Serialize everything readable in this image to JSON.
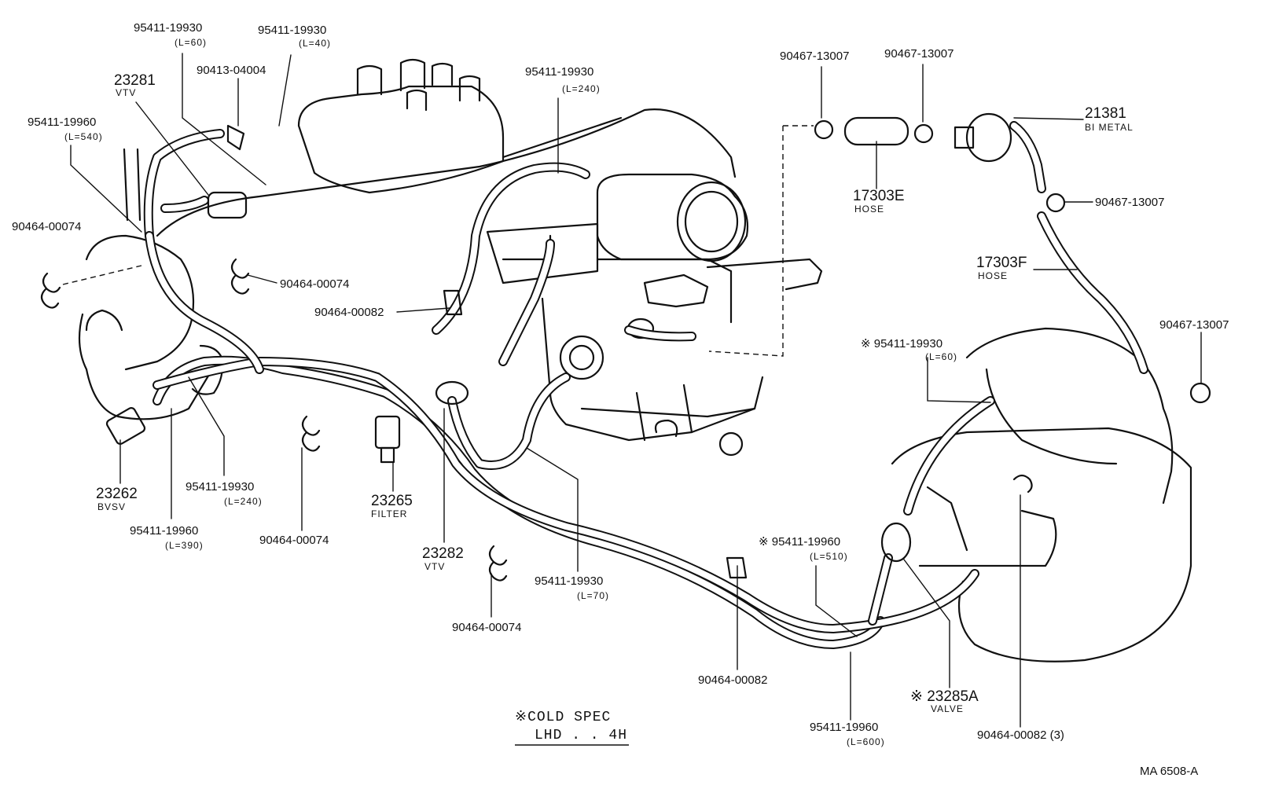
{
  "callouts": [
    {
      "id": "c1",
      "part": "95411-19930",
      "sub": "(L=60)"
    },
    {
      "id": "c2",
      "part": "95411-19930",
      "sub": "(L=40)"
    },
    {
      "id": "c3",
      "part": "90413-04004",
      "sub": ""
    },
    {
      "id": "c4",
      "part": "23281",
      "sub": "VTV"
    },
    {
      "id": "c5",
      "part": "95411-19960",
      "sub": "(L=540)"
    },
    {
      "id": "c6",
      "part": "90464-00074",
      "sub": ""
    },
    {
      "id": "c7",
      "part": "95411-19930",
      "sub": "(L=240)"
    },
    {
      "id": "c8",
      "part": "90464-00074",
      "sub": ""
    },
    {
      "id": "c9",
      "part": "90464-00082",
      "sub": ""
    },
    {
      "id": "c10",
      "part": "90467-13007",
      "sub": ""
    },
    {
      "id": "c11",
      "part": "90467-13007",
      "sub": ""
    },
    {
      "id": "c12",
      "part": "21381",
      "sub": "BI METAL"
    },
    {
      "id": "c13",
      "part": "17303E",
      "sub": "HOSE"
    },
    {
      "id": "c14",
      "part": "90467-13007",
      "sub": ""
    },
    {
      "id": "c15",
      "part": "17303F",
      "sub": "HOSE"
    },
    {
      "id": "c16",
      "part": "90467-13007",
      "sub": ""
    },
    {
      "id": "c17",
      "part": "※ 95411-19930",
      "sub": "(L=60)"
    },
    {
      "id": "c18",
      "part": "23262",
      "sub": "BVSV"
    },
    {
      "id": "c19",
      "part": "95411-19930",
      "sub": "(L=240)"
    },
    {
      "id": "c20",
      "part": "95411-19960",
      "sub": "(L=390)"
    },
    {
      "id": "c21",
      "part": "90464-00074",
      "sub": ""
    },
    {
      "id": "c22",
      "part": "23265",
      "sub": "FILTER"
    },
    {
      "id": "c23",
      "part": "23282",
      "sub": "VTV"
    },
    {
      "id": "c24",
      "part": "95411-19930",
      "sub": "(L=70)"
    },
    {
      "id": "c25",
      "part": "90464-00074",
      "sub": ""
    },
    {
      "id": "c26",
      "part": "※ 95411-19960",
      "sub": "(L=510)"
    },
    {
      "id": "c27",
      "part": "90464-00082",
      "sub": ""
    },
    {
      "id": "c28",
      "part": "※ 23285A",
      "sub": "VALVE"
    },
    {
      "id": "c29",
      "part": "95411-19960",
      "sub": "(L=600)"
    },
    {
      "id": "c30",
      "part": "90464-00082 (3)",
      "sub": ""
    }
  ],
  "legend": {
    "line1": "※COLD SPEC",
    "line2": "LHD . . 4H"
  },
  "drawing_number": "MA 6508-A"
}
